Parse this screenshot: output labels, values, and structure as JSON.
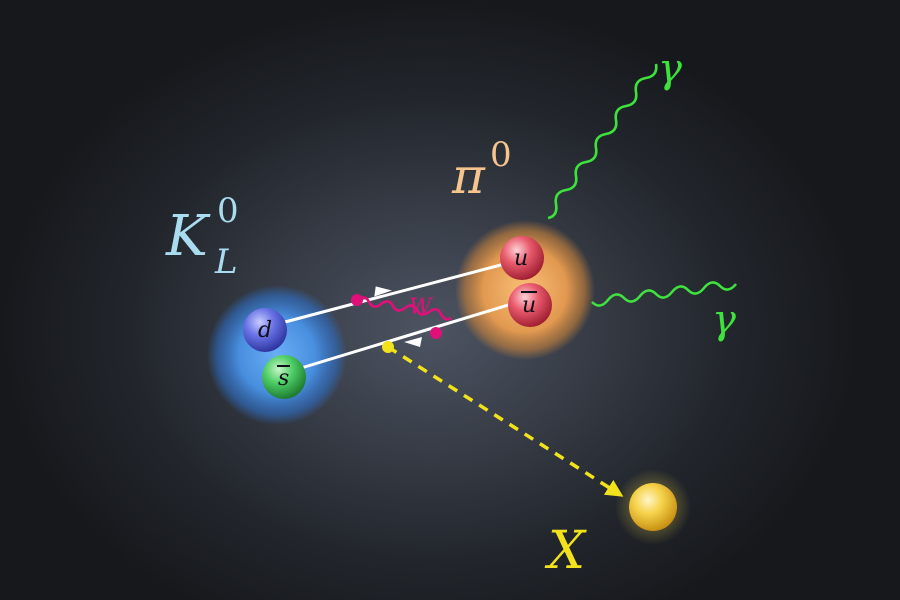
{
  "kaon": {
    "symbol": "K",
    "superscript": "0",
    "subscript": "L",
    "color": "#a9dcef"
  },
  "pion": {
    "symbol": "π",
    "superscript": "0",
    "color": "#f6c58e"
  },
  "quarks": {
    "down": {
      "label": "d",
      "color": "#5662d8"
    },
    "anti_strange": {
      "label": "s",
      "color": "#3fbf5a"
    },
    "up": {
      "label": "u",
      "color": "#e0465a"
    },
    "anti_up": {
      "label": "u",
      "color": "#e0465a"
    }
  },
  "boson": {
    "label": "W",
    "color": "#e0107a"
  },
  "photons": [
    {
      "label": "γ",
      "color": "#3de23d"
    },
    {
      "label": "γ",
      "color": "#3de23d"
    }
  ],
  "unknown_particle": {
    "label": "X",
    "color": "#f2e21c"
  }
}
